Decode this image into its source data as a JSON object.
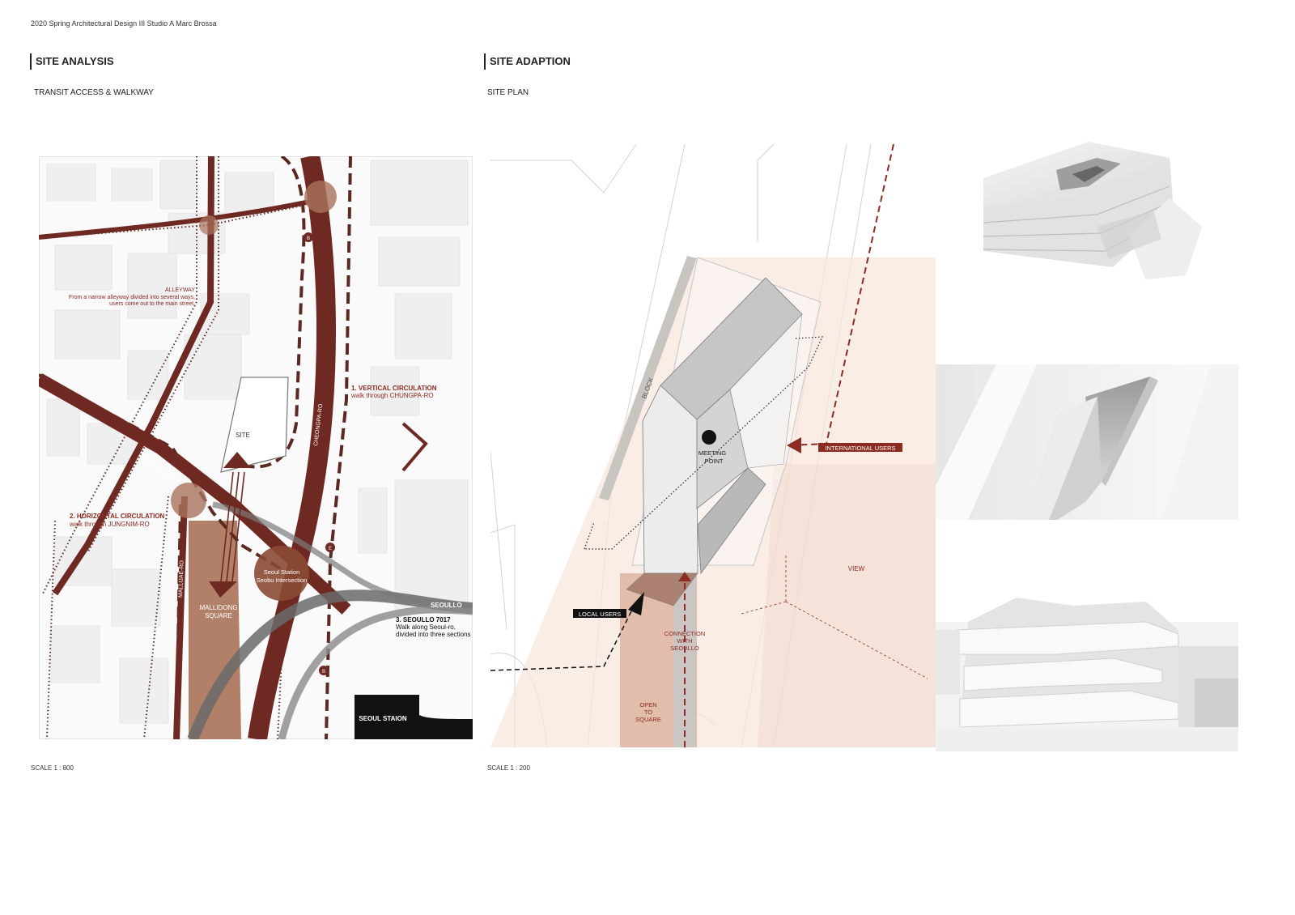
{
  "header": "2020 Spring Architectural Design III Studio A Marc Brossa",
  "left": {
    "title": "SITE ANALYSIS",
    "subtitle": "TRANSIT ACCESS & WALKWAY",
    "scale": "SCALE 1 : 800",
    "labels": {
      "alleyway_title": "ALLEYWAY",
      "alleyway_line1": "From a narrow alleyway divided into several ways,",
      "alleyway_line2": "users come out to the main street.",
      "vert_title": "1. VERTICAL CIRCULATION",
      "vert_sub": "walk through CHUNGPA-RO",
      "horiz_title": "2. HORIZONTAL CIRCULATION",
      "horiz_sub": "walk through JUNGNIM-RO",
      "seoullo_title": "3. SEOULLO 7017",
      "seoullo_sub1": "Walk along Seoul-ro,",
      "seoullo_sub2": "divided into three sections",
      "site": "SITE",
      "chungpa": "CHEONGPA-RO",
      "jungnim": "JUNGNIM-RO",
      "malljae": "MALLIJAE-RO",
      "mallidong1": "MALLIDONG",
      "mallidong2": "SQUARE",
      "station1": "Seoul Station",
      "station2": "Seobu Intersection",
      "seoullo": "SEOULLO",
      "seoul_station": "SEOUL STAION",
      "marker_b": "B",
      "marker_e": "E"
    }
  },
  "right": {
    "title": "SITE ADAPTION",
    "subtitle": "SITE PLAN",
    "scale": "SCALE 1 : 200",
    "labels": {
      "block": "BLOCK",
      "meeting1": "MEETING",
      "meeting2": "POINT",
      "international": "INTERNATIONAL USERS",
      "local": "LOCAL USERS",
      "view": "VIEW",
      "conn1": "CONNECTION",
      "conn2": "WITH",
      "conn3": "SEOULLO",
      "open1": "OPEN",
      "open2": "TO",
      "open3": "SQUARE"
    }
  },
  "colors": {
    "maroon": "#6e2a22",
    "brown": "#8a4a33",
    "red": "#8b2b22",
    "grey": "#7a7a7a",
    "peach": "#f3e1d6"
  }
}
